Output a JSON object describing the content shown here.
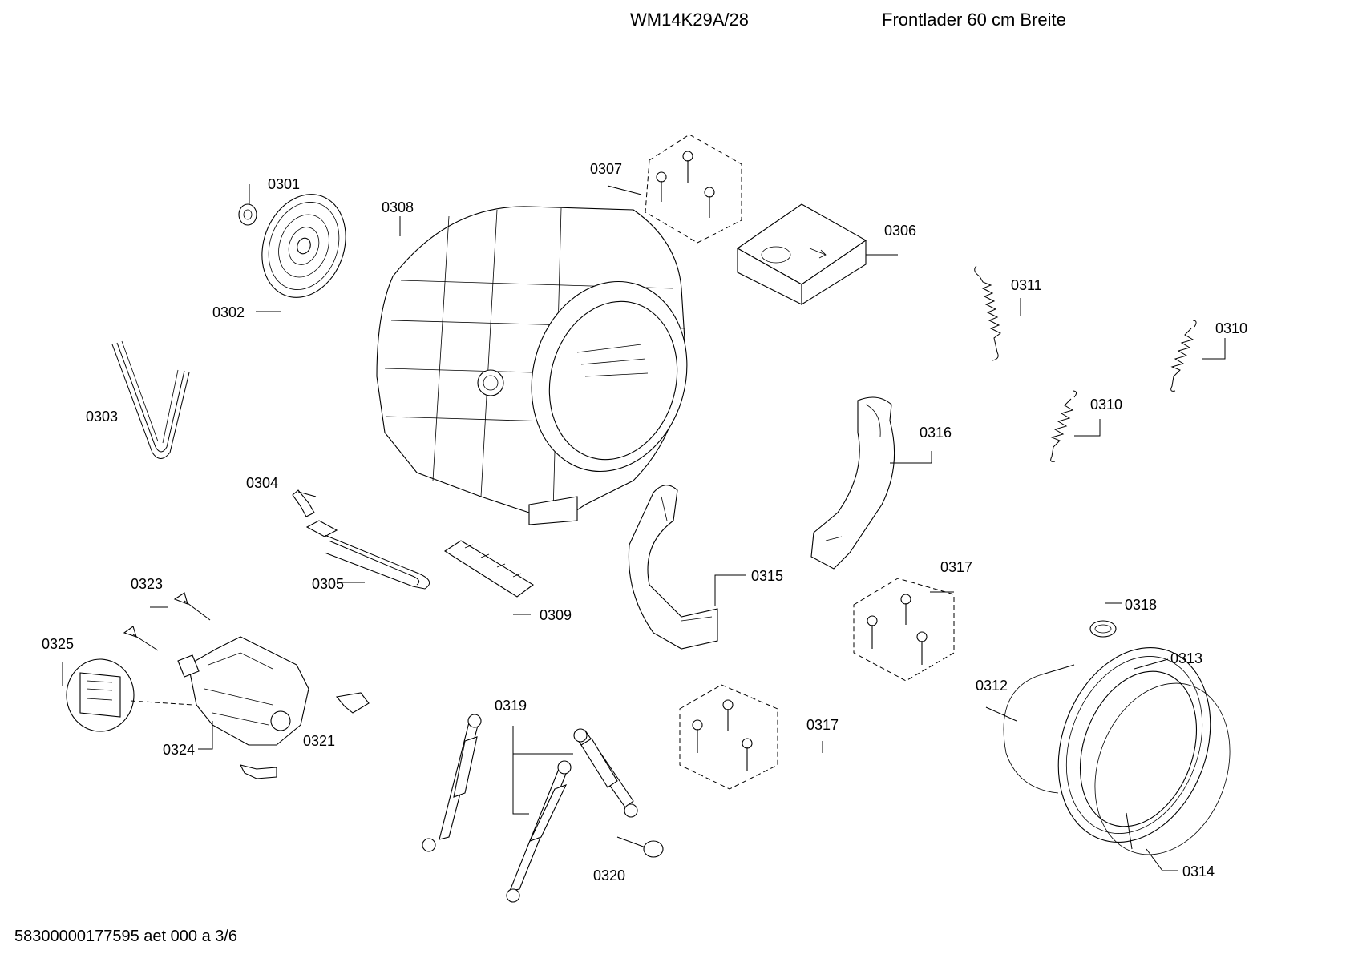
{
  "header": {
    "model": "WM14K29A/28",
    "description": "Frontlader 60 cm Breite"
  },
  "footer": {
    "document_code": "58300000177595 aet 000 a 3/6"
  },
  "labels": {
    "p0301": "0301",
    "p0302": "0302",
    "p0303": "0303",
    "p0304": "0304",
    "p0305": "0305",
    "p0306": "0306",
    "p0307": "0307",
    "p0308": "0308",
    "p0309": "0309",
    "p0310a": "0310",
    "p0310b": "0310",
    "p0311": "0311",
    "p0312": "0312",
    "p0313": "0313",
    "p0314": "0314",
    "p0315": "0315",
    "p0316": "0316",
    "p0317a": "0317",
    "p0317b": "0317",
    "p0318": "0318",
    "p0319": "0319",
    "p0320": "0320",
    "p0321": "0321",
    "p0323": "0323",
    "p0324": "0324",
    "p0325": "0325"
  }
}
